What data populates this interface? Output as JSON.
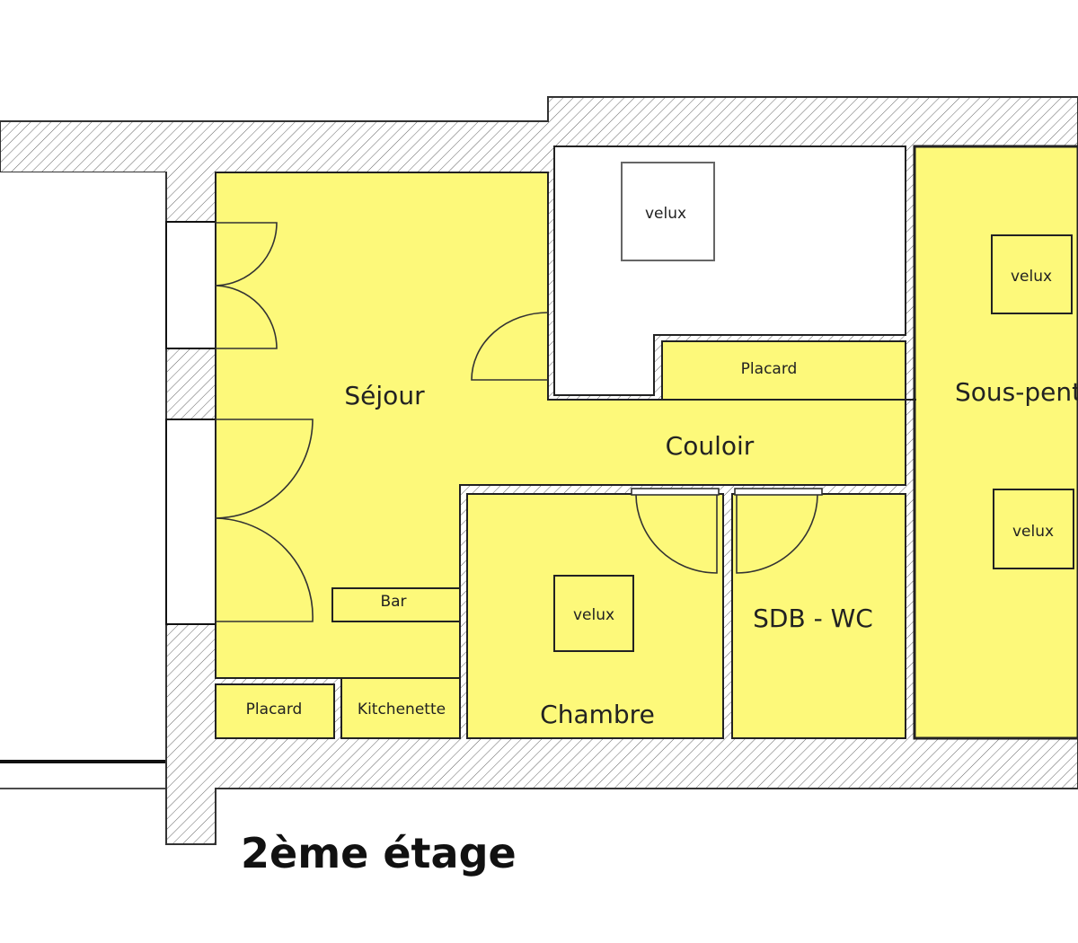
{
  "title": "2ème étage",
  "colors": {
    "room_fill": "#fdf97a",
    "wall_line": "#222222",
    "hatch": "#555555"
  },
  "rooms": {
    "sejour": "Séjour",
    "couloir": "Couloir",
    "placard_top": "Placard",
    "sous_pente": "Sous-pente",
    "bar": "Bar",
    "placard_bottom": "Placard",
    "kitchenette": "Kitchenette",
    "chambre": "Chambre",
    "sdb_wc": "SDB - WC"
  },
  "velux": {
    "white_room": "velux",
    "sous_pente_top": "velux",
    "sous_pente_bottom": "velux",
    "chambre": "velux"
  }
}
